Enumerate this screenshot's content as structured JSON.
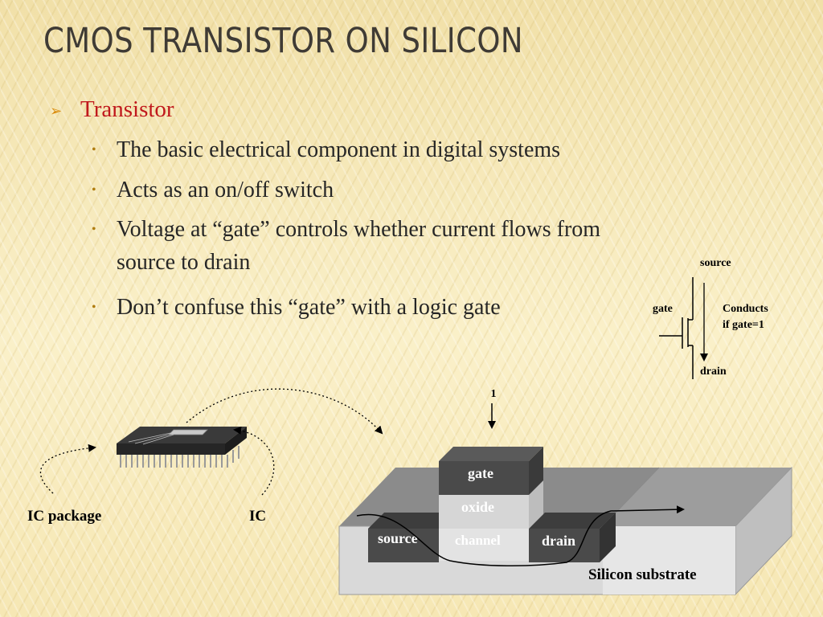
{
  "title": "CMOS TRANSISTOR ON SILICON",
  "bullet_level1": "Transistor",
  "bullets_level2": [
    "The basic electrical component in digital systems",
    "Acts as an on/off switch",
    "Voltage at “gate” controls whether current flows from",
    "source to drain",
    "Don’t confuse this “gate” with a logic gate"
  ],
  "symbol": {
    "source": "source",
    "gate": "gate",
    "drain": "drain",
    "note_line1": "Conducts",
    "note_line2": "if gate=1"
  },
  "ic": {
    "package_label": "IC package",
    "ic_label": "IC"
  },
  "cross_section": {
    "input_value": "1",
    "gate": "gate",
    "oxide": "oxide",
    "source": "source",
    "channel": "channel",
    "drain": "drain",
    "substrate": "Silicon substrate"
  },
  "colors": {
    "title": "#3f3b35",
    "level1_text": "#c0181c",
    "marker": "#d98a0a",
    "dark_block": "#4a4a4a",
    "light_block": "#cfcfcf"
  }
}
